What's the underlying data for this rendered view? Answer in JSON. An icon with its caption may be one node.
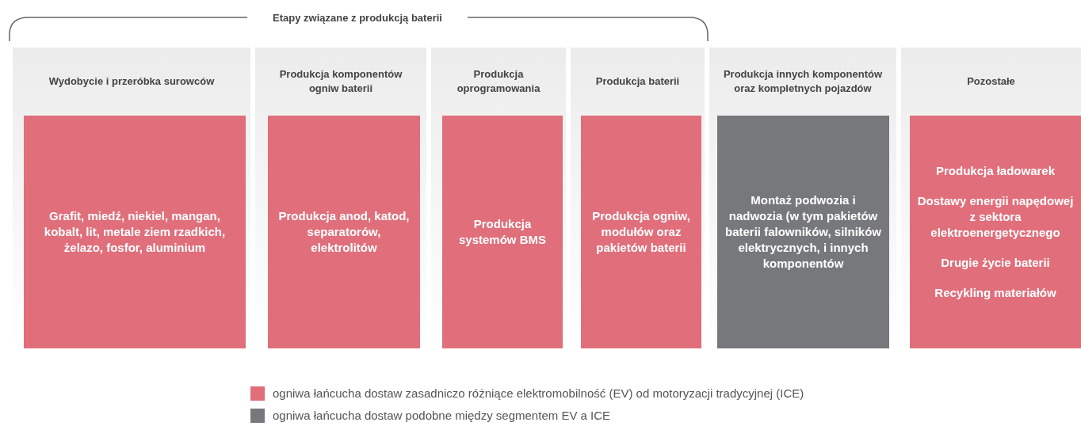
{
  "diagram": {
    "nodes": [
      {
        "text": [
          "Wydobycie i przeróbka surowców"
        ]
      },
      {
        "text": [
          "Grafit, miedź, niekiel, mangan, kobalt, lit, metale ziem rzadkich, żelazo, fosfor, aluminium"
        ],
        "in": 0
      },
      {
        "text": [
          "Produkcja komponentów ogniw baterii"
        ]
      },
      {
        "text": [
          "Produkcja anod, katod, separatorów, elektrolitów"
        ],
        "in": 2
      },
      {
        "text": [
          "Produkcja oprogramowania"
        ]
      },
      {
        "text": [
          "Produkcja systemów BMS"
        ],
        "in": 4
      },
      {
        "text": [
          "Produkcja baterii"
        ]
      },
      {
        "text": [
          "Produkcja ogniw, modułów oraz pakietów baterii"
        ],
        "in": 6
      },
      {
        "text": [
          "Produkcja innych komponentów oraz kompletnych pojazdów"
        ]
      },
      {
        "text": [
          "Montaż podwozia i nadwozia (w tym pakietów baterii falowników, silników elektrycznych, i innych komponentów"
        ],
        "in": 8
      },
      {
        "text": [
          "Pozostałe"
        ]
      },
      {
        "text": [
          "Produkcja ładowarek",
          "Dostawy energii napędowej z sektora elektroenergetycznego",
          "Drugie życie baterii",
          "Recykling materiałów"
        ],
        "in": 10
      }
    ],
    "labels": [
      "Etapy związane z produkcją baterii"
    ],
    "legend": [
      {
        "text": "ogniwa łańcucha dostaw zasadniczo różniące elektromobilność (EV) od motoryzacji tradycyjnej (ICE)",
        "color": "#e06f7b"
      },
      {
        "text": "ogniwa łańcucha dostaw podobne między segmentem EV a ICE",
        "color": "#76787b"
      }
    ]
  }
}
